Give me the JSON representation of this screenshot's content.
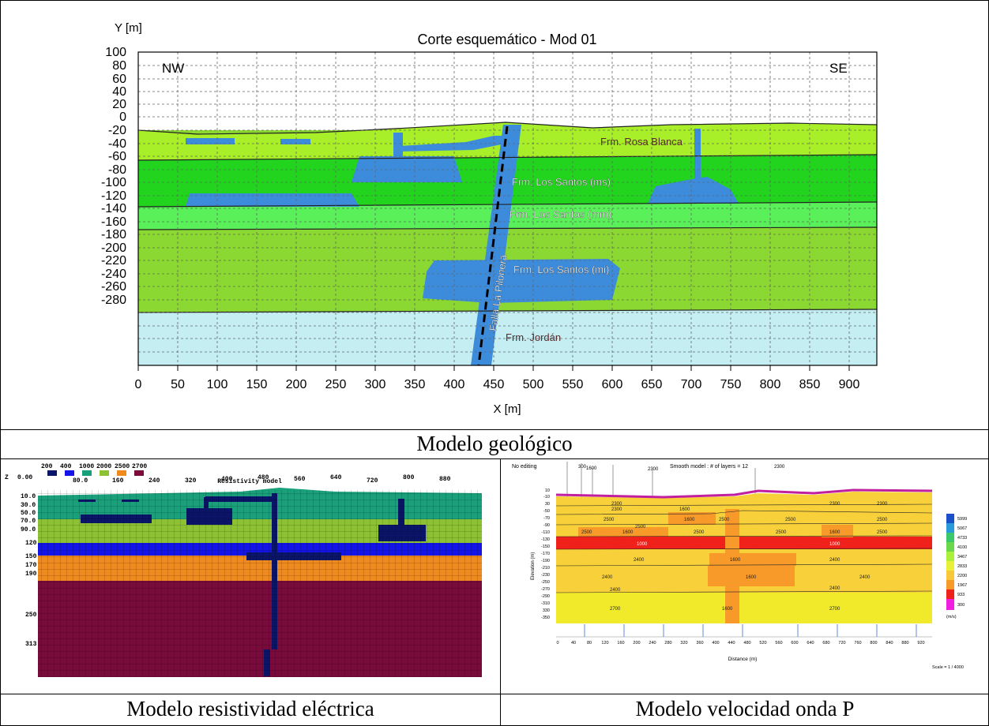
{
  "geo": {
    "title": "Corte esquemático - Mod 01",
    "ylabel": "Y [m]",
    "xlabel": "X [m]",
    "left_dir": "NW",
    "right_dir": "SE",
    "y_ticks": [
      "100",
      "80",
      "60",
      "40",
      "20",
      "0",
      "-20",
      "-40",
      "-60",
      "-80",
      "-100",
      "-120",
      "-140",
      "-160",
      "-180",
      "-200",
      "-220",
      "-240",
      "-260",
      "-280"
    ],
    "x_ticks": [
      "0",
      "50",
      "100",
      "150",
      "200",
      "250",
      "300",
      "350",
      "400",
      "450",
      "500",
      "550",
      "600",
      "650",
      "700",
      "750",
      "800",
      "850",
      "900"
    ],
    "labels": {
      "rosa": "Frm. Rosa Blanca",
      "ms": "Frm. Los Santos (ms)",
      "mm": "Frm. Los Santos (mm)",
      "mi": "Frm. Los Santos (mi)",
      "jordan": "Frm. Jordán",
      "falla": "Falla La Pilonera"
    },
    "caption": "Modelo geológico"
  },
  "res": {
    "title": "Resistivity model",
    "legend": [
      {
        "label": "200",
        "color": "#0a1468"
      },
      {
        "label": "400",
        "color": "#1414e8"
      },
      {
        "label": "1000",
        "color": "#18a07a"
      },
      {
        "label": "2000",
        "color": "#8cc232"
      },
      {
        "label": "2500",
        "color": "#f08a1c"
      },
      {
        "label": "2700",
        "color": "#7a0a3c"
      }
    ],
    "z_label": "Z",
    "x_ticks": [
      "0.00",
      "80.0",
      "160",
      "240",
      "320",
      "400",
      "480",
      "560",
      "640",
      "720",
      "800",
      "880"
    ],
    "depth_ticks": [
      "10.0",
      "30.0",
      "50.0",
      "70.0",
      "90.0",
      "120",
      "150",
      "170",
      "190",
      "250",
      "313"
    ],
    "caption": "Modelo resistividad eléctrica"
  },
  "vel": {
    "no_editing": "No editing",
    "smooth": "Smooth model : # of layers = 12",
    "top_labels": [
      "300",
      "1600",
      "2300",
      "2300"
    ],
    "y_ticks": [
      "10",
      "-10",
      "30",
      "-50",
      "-70",
      "-90",
      "-110",
      "-130",
      "-150",
      "-170",
      "-190",
      "-210",
      "-230",
      "-250",
      "-270",
      "-290",
      "-310",
      "330",
      "-350"
    ],
    "y_label": "Elevation (m)",
    "x_ticks": [
      "0",
      "40",
      "80",
      "120",
      "160",
      "200",
      "240",
      "280",
      "320",
      "360",
      "400",
      "440",
      "480",
      "520",
      "560",
      "600",
      "640",
      "680",
      "720",
      "760",
      "800",
      "840",
      "880",
      "920"
    ],
    "x_label": "Distance (m)",
    "scale": "Scale = 1 / 4000",
    "legend": [
      {
        "label": "5999",
        "color": "#1a50c8"
      },
      {
        "label": "5067",
        "color": "#2a9ad8"
      },
      {
        "label": "4733",
        "color": "#3ac86a"
      },
      {
        "label": "4100",
        "color": "#6ad84a"
      },
      {
        "label": "3467",
        "color": "#aaf03a"
      },
      {
        "label": "2833",
        "color": "#e8f03a"
      },
      {
        "label": "2200",
        "color": "#f8c83a"
      },
      {
        "label": "1967",
        "color": "#f89a2a"
      },
      {
        "label": "933",
        "color": "#f0201a"
      },
      {
        "label": "300",
        "color": "#f020e0"
      }
    ],
    "legend_unit": "(m/s)",
    "values": {
      "v2300": "2300",
      "v1600": "1600",
      "v2500": "2500",
      "v1000": "1000",
      "v2400": "2400",
      "v2700": "2700"
    },
    "caption": "Modelo velocidad onda P"
  }
}
